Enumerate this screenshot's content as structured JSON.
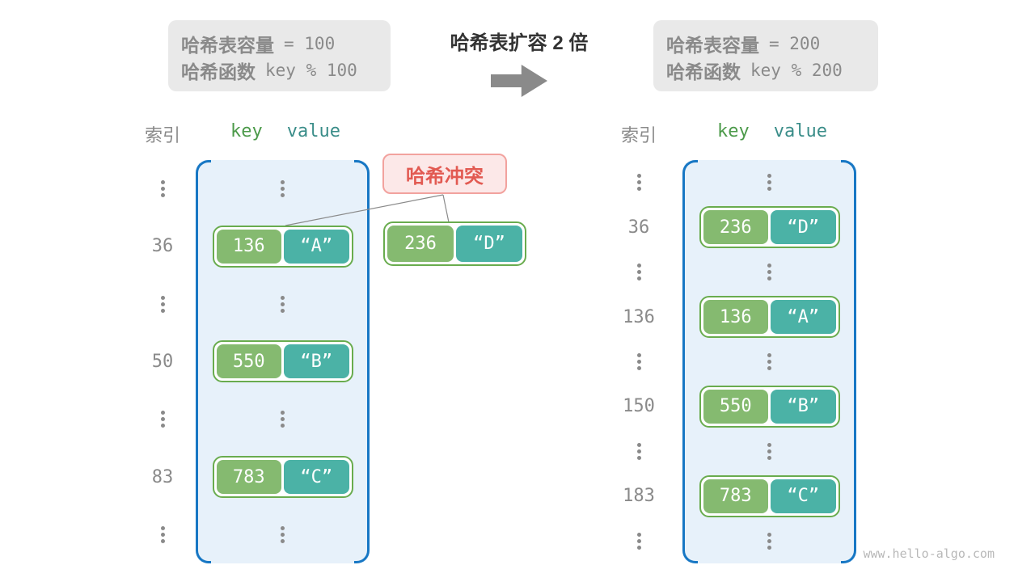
{
  "header": {
    "left_box": {
      "label1": "哈希表容量",
      "code1": "= 100",
      "label2": "哈希函数",
      "code2": "key % 100"
    },
    "center_title": "哈希表扩容 2 倍",
    "right_box": {
      "label1": "哈希表容量",
      "code1": "= 200",
      "label2": "哈希函数",
      "code2": "key % 200"
    }
  },
  "collision": {
    "label": "哈希冲突",
    "pair": {
      "key": "236",
      "value": "“D”"
    }
  },
  "left_table": {
    "headers": {
      "index": "索引",
      "key": "key",
      "value": "value"
    },
    "rows": [
      {
        "type": "dots"
      },
      {
        "type": "pair",
        "index": "36",
        "key": "136",
        "value": "“A”"
      },
      {
        "type": "dots"
      },
      {
        "type": "pair",
        "index": "50",
        "key": "550",
        "value": "“B”"
      },
      {
        "type": "dots"
      },
      {
        "type": "pair",
        "index": "83",
        "key": "783",
        "value": "“C”"
      },
      {
        "type": "dots"
      }
    ]
  },
  "right_table": {
    "headers": {
      "index": "索引",
      "key": "key",
      "value": "value"
    },
    "rows": [
      {
        "type": "dots"
      },
      {
        "type": "pair",
        "index": "36",
        "key": "236",
        "value": "“D”"
      },
      {
        "type": "dots"
      },
      {
        "type": "pair",
        "index": "136",
        "key": "136",
        "value": "“A”"
      },
      {
        "type": "dots"
      },
      {
        "type": "pair",
        "index": "150",
        "key": "550",
        "value": "“B”"
      },
      {
        "type": "dots"
      },
      {
        "type": "pair",
        "index": "183",
        "key": "783",
        "value": "“C”"
      },
      {
        "type": "dots"
      }
    ]
  },
  "watermark": "www.hello-algo.com",
  "colors": {
    "blue": "#1777c4",
    "bucket_bg": "#e7f1fa",
    "green_fill": "#85ba70",
    "teal_fill": "#4bb2a6",
    "pair_border": "#69ac4e",
    "key_header": "#4c9a4a",
    "value_header": "#3a8d89",
    "gray_text": "#8a8a8a",
    "title_text": "#333333",
    "collision_text": "#e25a52",
    "collision_border": "#f2a29e",
    "collision_bg": "#fce8e8",
    "box_bg": "#e9e9e9",
    "dots": "#8a8a8a",
    "line": "#8a8a8a",
    "watermark": "#b8b8b8"
  }
}
